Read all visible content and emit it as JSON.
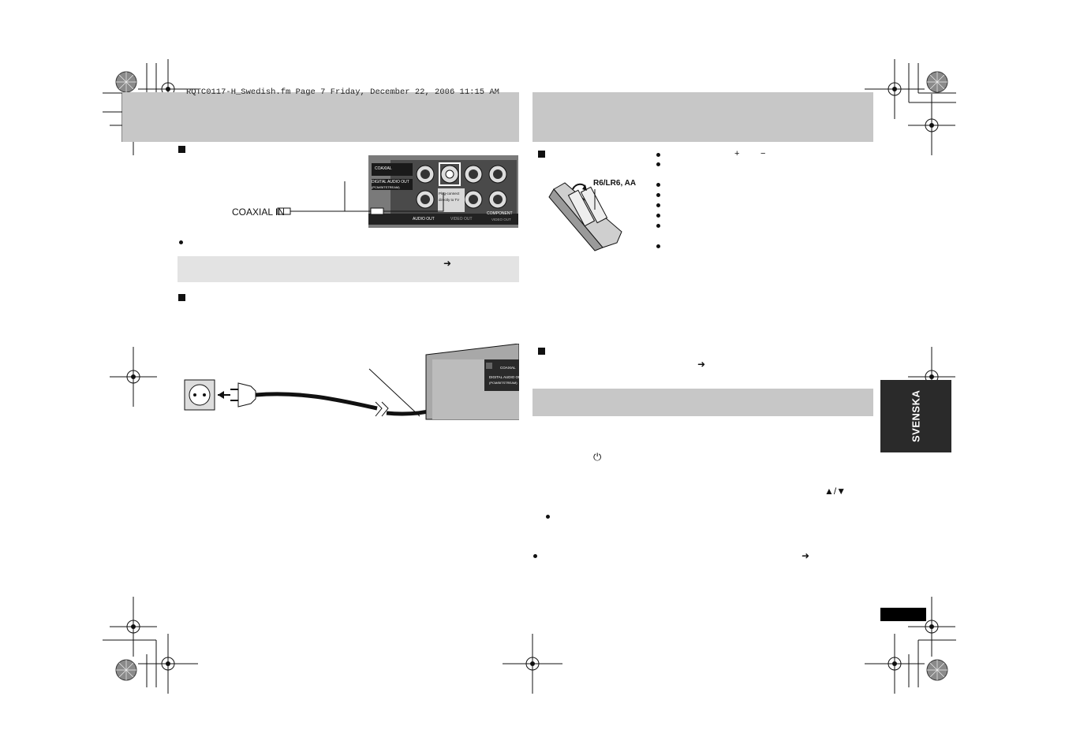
{
  "header": {
    "file_line": "RQTC0117-H_Swedish.fm  Page 7  Friday, December 22, 2006  11:15 AM"
  },
  "left": {
    "coaxial_label": "COAXIAL IN",
    "panel_labels": {
      "coaxial": "COAXIAL",
      "digital_audio_out": "DIGITAL AUDIO OUT",
      "pcm": "(PCM/BITSTREAM)",
      "audio_out": "AUDIO OUT",
      "video_out": "VIDEO OUT",
      "component": "COMPONENT",
      "video_out2": "VIDEO OUT",
      "plug": "Plug-connect",
      "directly": "directly to TV"
    },
    "arrow1": "➜",
    "device_labels": {
      "coaxial": "COAXIAL",
      "digital": "DIGITAL AUDIO OUT",
      "pcm": "(PCM/BITSTREAM)"
    }
  },
  "right": {
    "battery_label": "R6/LR6, AA",
    "plus": "+",
    "minus": "−",
    "arrow2": "➜",
    "power_symbol": "⏻",
    "up_down": "▲/▼",
    "arrow3": "➜",
    "side_tab": "SVENSKA"
  }
}
